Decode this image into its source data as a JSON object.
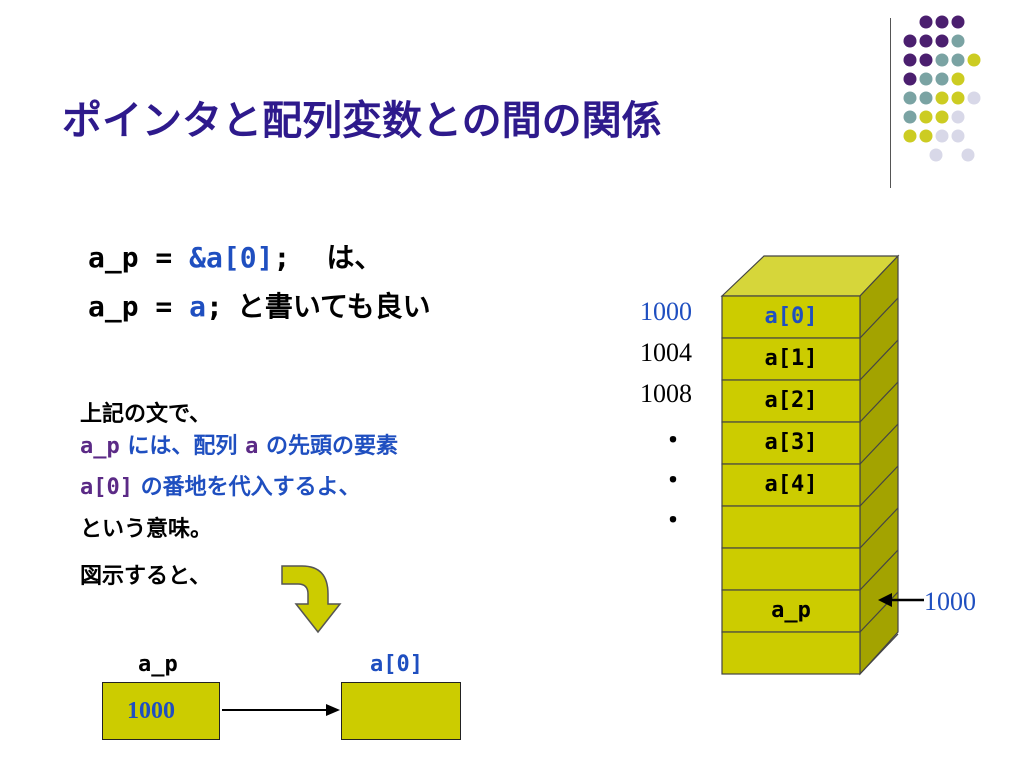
{
  "slide": {
    "title": "ポインタと配列変数との間の関係",
    "code_line1": {
      "lhs": "a_p = ",
      "rhs": "&a[0]",
      "semi": ";",
      "tail": "は、"
    },
    "code_line2": {
      "lhs": "a_p = ",
      "rhs": "a",
      "semi": ";",
      "tail": "と書いても良い"
    },
    "explanation": {
      "line1": "上記の文で、",
      "line2_var": "a_p",
      "line2_rest": "には、配列 ",
      "line2_arr": "a",
      "line2_tail": "の先頭の要素",
      "line3_elem": "a[0]",
      "line3_rest": "の番地を代入するよ、",
      "line4": "という意味。",
      "line5": "図示すると、"
    }
  },
  "memory": {
    "addresses": [
      "1000",
      "1004",
      "1008"
    ],
    "dots": [
      "・",
      "・",
      "・"
    ],
    "cells": [
      "a[0]",
      "a[1]",
      "a[2]",
      "a[3]",
      "a[4]",
      "",
      "",
      "a_p",
      ""
    ],
    "pointer_value": "1000"
  },
  "mini_diagram": {
    "left_label": "a_p",
    "left_value": "1000",
    "right_label": "a[0]"
  },
  "colors": {
    "title": "#2e1a8c",
    "box_fill": "#cccc00",
    "box_top": "#d6d63a",
    "box_side": "#a3a300",
    "dot_purple": "#4b1f6f",
    "dot_teal": "#7aa3a3",
    "dot_yellow": "#cccc22",
    "dot_lavender": "#d8d8e8"
  }
}
